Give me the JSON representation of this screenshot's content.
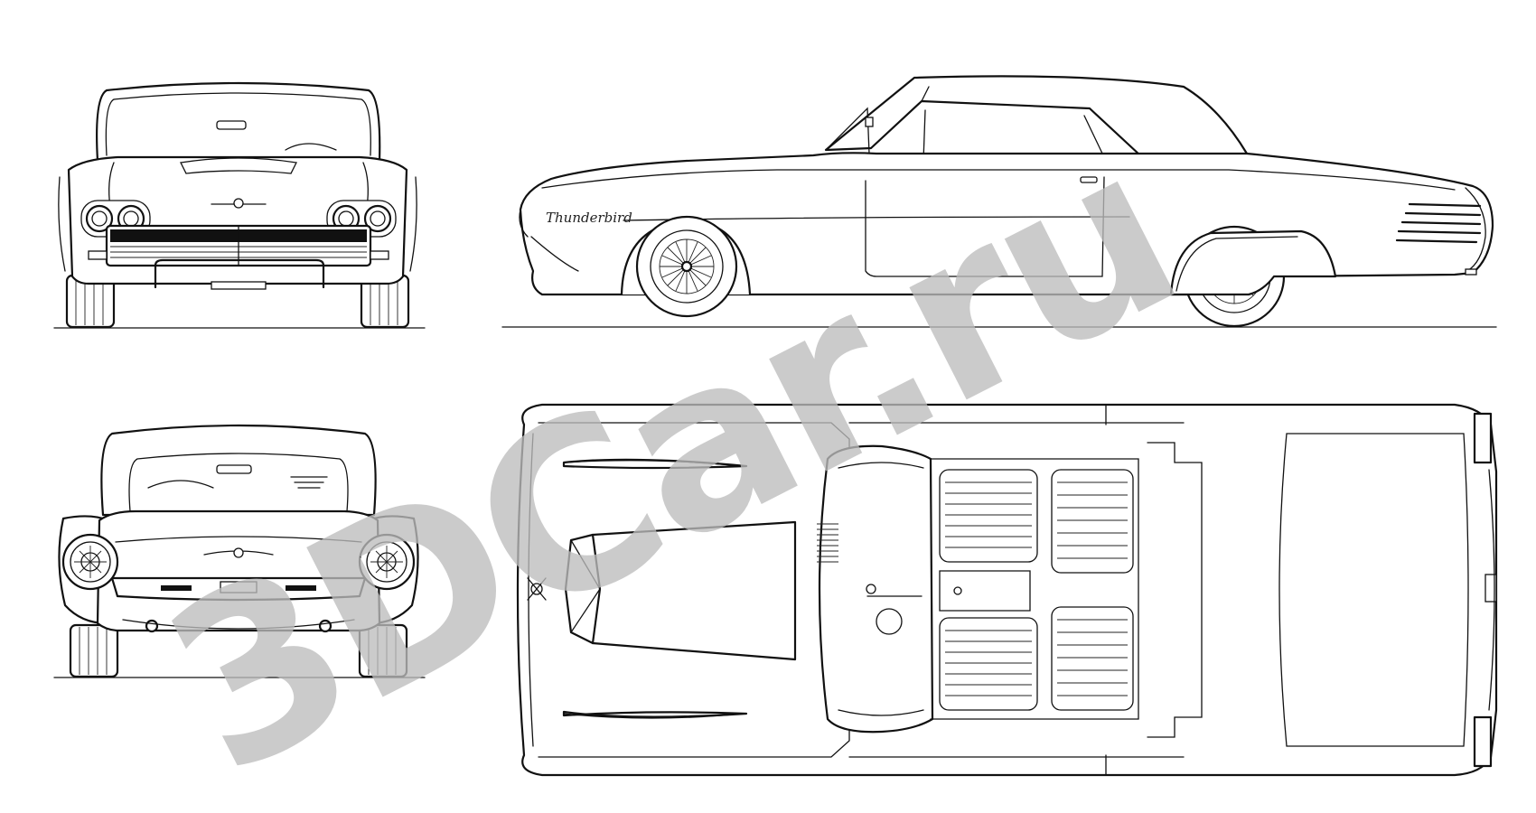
{
  "watermark": {
    "text": "3DCar.ru",
    "color": "#bdbdbd"
  },
  "emblem": {
    "script": "Thunderbird"
  },
  "views": [
    {
      "name": "front"
    },
    {
      "name": "side"
    },
    {
      "name": "rear"
    },
    {
      "name": "top"
    }
  ]
}
